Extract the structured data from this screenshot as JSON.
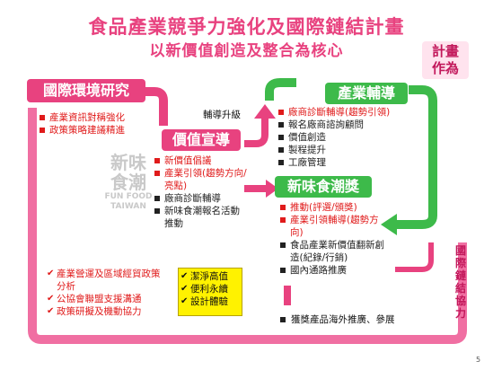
{
  "title": {
    "main": "食品產業競爭力強化及國際鏈結計畫",
    "sub": "以新價值創造及整合為核心"
  },
  "plan_badge": {
    "line1": "計畫",
    "line2": "作為"
  },
  "international": {
    "header": "國際環境研究",
    "items": [
      "產業資訊對稱強化",
      "政策策略建議精進"
    ]
  },
  "upgrade_label": "輔導升級",
  "value_promotion": {
    "header": "價值宣導",
    "items": [
      {
        "text": "新價值倡議",
        "color": "red"
      },
      {
        "text": "產業引領(趨勢方向/亮點)",
        "color": "red"
      },
      {
        "text": "廠商診斷輔導",
        "color": "black"
      },
      {
        "text": "新味食潮報名活動推動",
        "color": "black"
      }
    ]
  },
  "logo": {
    "line1": "新味",
    "line2": "食潮",
    "line3": "FUN FOOD",
    "line4": "TAIWAN"
  },
  "industry_guidance": {
    "header": "產業輔導",
    "items": [
      {
        "text": "廠商診斷輔導(趨勢引領)",
        "color": "red"
      },
      {
        "text": "報名廠商諮詢顧問",
        "color": "black"
      },
      {
        "text": "價值創造",
        "color": "black"
      },
      {
        "text": "製程提升",
        "color": "black"
      },
      {
        "text": "工廠管理",
        "color": "black"
      }
    ]
  },
  "fun_food_award": {
    "header": "新味食潮獎",
    "items": [
      {
        "text": "推動(評選/頒獎)",
        "color": "red"
      },
      {
        "text": "產業引領輔導(趨勢方向)",
        "color": "red"
      },
      {
        "text": "食品產業新價值翻新創造(紀錄/行銷)",
        "color": "black"
      },
      {
        "text": "國內通路推廣",
        "color": "black"
      }
    ]
  },
  "overseas": "獲獎產品海外推廣、參展",
  "analysis_list": [
    "產業營運及區域經貿政策分析",
    "公協會聯盟支援溝通",
    "政策研擬及機動協力"
  ],
  "values_box": [
    "潔淨高值",
    "便利永續",
    "設計體驗"
  ],
  "vertical_label": "國際鏈結協力",
  "page_number": "5",
  "colors": {
    "pink": "#e8427f",
    "green": "#3dba4a",
    "red": "#e01b1b",
    "yellow": "#fff200"
  }
}
